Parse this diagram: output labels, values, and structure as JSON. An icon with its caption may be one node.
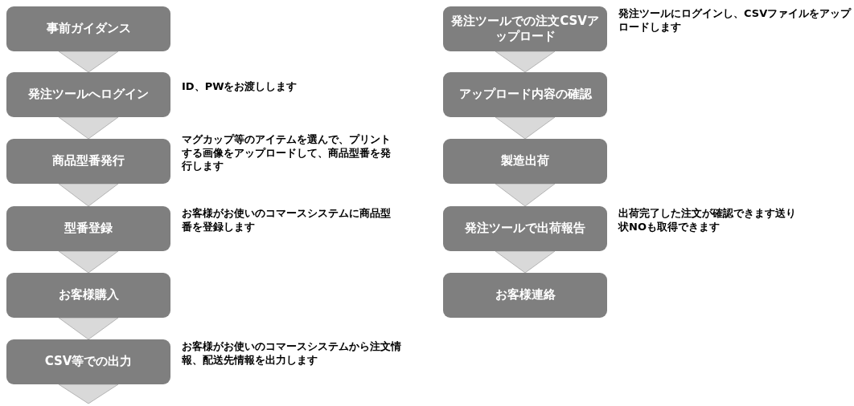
{
  "diagram": {
    "nodes": [
      {
        "text": [
          "事前ガイダンス"
        ]
      },
      {
        "text": [
          "発注ツールへログイン"
        ],
        "beside": [
          "ID、PWをお渡しします"
        ]
      },
      {
        "text": [
          "商品型番発行"
        ],
        "beside": [
          "マグカップ等のアイテムを選んで、プリントする画像をアップロードして、商品型番を発行します"
        ]
      },
      {
        "text": [
          "型番登録"
        ],
        "beside": [
          "お客様がお使いのコマースシステムに商品型番を登録します"
        ]
      },
      {
        "text": [
          "お客様購入"
        ]
      },
      {
        "text": [
          "CSV等での出力"
        ],
        "beside": [
          "お客様がお使いのコマースシステムから注文情報、配送先情報を出力します"
        ]
      },
      {
        "text": [
          "発注ツールでの注文CSVアップロード"
        ],
        "beside": [
          "発注ツールにログインし、CSVファイルをアップロードします"
        ]
      },
      {
        "text": [
          "アップロード内容の確認"
        ]
      },
      {
        "text": [
          "製造出荷"
        ]
      },
      {
        "text": [
          "発注ツールで出荷報告"
        ],
        "beside": [
          "出荷完了した注文が確認できます送り状NOも取得できます"
        ]
      },
      {
        "text": [
          "お客様連絡"
        ]
      }
    ],
    "edges": [
      {
        "from": 0,
        "to": 1,
        "arrow": "to"
      },
      {
        "from": 1,
        "to": 2,
        "arrow": "to"
      },
      {
        "from": 2,
        "to": 3,
        "arrow": "to"
      },
      {
        "from": 3,
        "to": 4,
        "arrow": "to"
      },
      {
        "from": 4,
        "to": 5,
        "arrow": "to"
      },
      {
        "from": 5,
        "to": null,
        "arrow": "to"
      },
      {
        "from": 6,
        "to": 7,
        "arrow": "to"
      },
      {
        "from": 7,
        "to": 8,
        "arrow": "to"
      },
      {
        "from": 8,
        "to": 9,
        "arrow": "to"
      },
      {
        "from": 9,
        "to": 10,
        "arrow": "to"
      }
    ]
  }
}
